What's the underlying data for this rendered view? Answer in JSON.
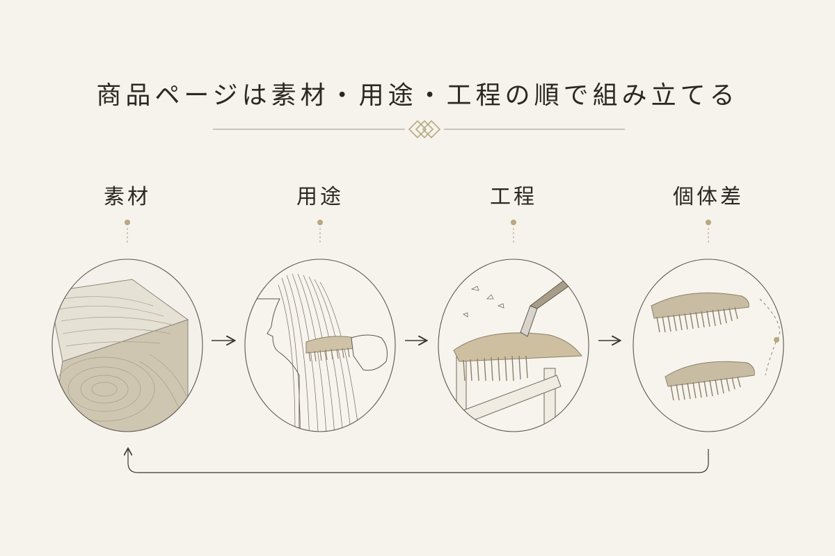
{
  "title": "商品ページは素材・用途・工程の順で組み立てる",
  "steps": [
    {
      "label": "素材",
      "illustration": "wood-block-icon"
    },
    {
      "label": "用途",
      "illustration": "hair-combing-icon"
    },
    {
      "label": "工程",
      "illustration": "comb-carving-icon"
    },
    {
      "label": "個体差",
      "illustration": "two-combs-icon"
    }
  ],
  "colors": {
    "background": "#f6f3ec",
    "ink": "#2e2a25",
    "line": "#8a847a",
    "accent": "#b8a882",
    "wood": "#c6bca6",
    "wood_dark": "#9a8f7a"
  }
}
